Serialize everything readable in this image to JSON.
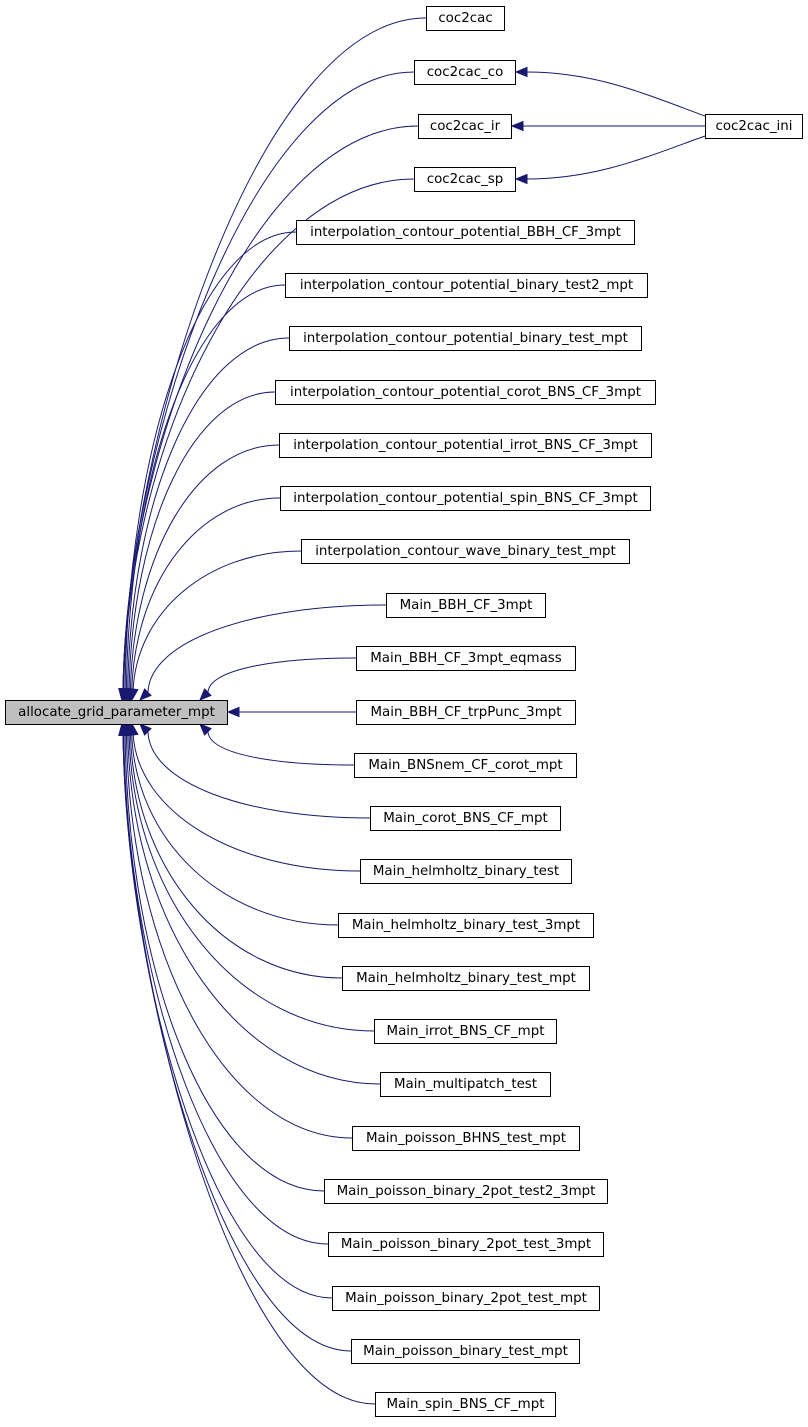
{
  "graph": {
    "edge_color": "#191970",
    "root_fill": "#bfbfbf",
    "nodes": {
      "root": "allocate_grid_parameter_mpt",
      "coc2cac": "coc2cac",
      "coc2cac_co": "coc2cac_co",
      "coc2cac_ir": "coc2cac_ir",
      "coc2cac_sp": "coc2cac_sp",
      "coc2cac_ini": "coc2cac_ini",
      "n1": "interpolation_contour_potential_BBH_CF_3mpt",
      "n2": "interpolation_contour_potential_binary_test2_mpt",
      "n3": "interpolation_contour_potential_binary_test_mpt",
      "n4": "interpolation_contour_potential_corot_BNS_CF_3mpt",
      "n5": "interpolation_contour_potential_irrot_BNS_CF_3mpt",
      "n6": "interpolation_contour_potential_spin_BNS_CF_3mpt",
      "n7": "interpolation_contour_wave_binary_test_mpt",
      "n8": "Main_BBH_CF_3mpt",
      "n9": "Main_BBH_CF_3mpt_eqmass",
      "n10": "Main_BBH_CF_trpPunc_3mpt",
      "n11": "Main_BNSnem_CF_corot_mpt",
      "n12": "Main_corot_BNS_CF_mpt",
      "n13": "Main_helmholtz_binary_test",
      "n14": "Main_helmholtz_binary_test_3mpt",
      "n15": "Main_helmholtz_binary_test_mpt",
      "n16": "Main_irrot_BNS_CF_mpt",
      "n17": "Main_multipatch_test",
      "n18": "Main_poisson_BHNS_test_mpt",
      "n19": "Main_poisson_binary_2pot_test2_3mpt",
      "n20": "Main_poisson_binary_2pot_test_3mpt",
      "n21": "Main_poisson_binary_2pot_test_mpt",
      "n22": "Main_poisson_binary_test_mpt",
      "n23": "Main_spin_BNS_CF_mpt"
    },
    "edges": [
      [
        "coc2cac",
        "root"
      ],
      [
        "coc2cac_co",
        "root"
      ],
      [
        "coc2cac_ir",
        "root"
      ],
      [
        "coc2cac_sp",
        "root"
      ],
      [
        "coc2cac_ini",
        "coc2cac_co"
      ],
      [
        "coc2cac_ini",
        "coc2cac_ir"
      ],
      [
        "coc2cac_ini",
        "coc2cac_sp"
      ],
      [
        "n1",
        "root"
      ],
      [
        "n2",
        "root"
      ],
      [
        "n3",
        "root"
      ],
      [
        "n4",
        "root"
      ],
      [
        "n5",
        "root"
      ],
      [
        "n6",
        "root"
      ],
      [
        "n7",
        "root"
      ],
      [
        "n8",
        "root"
      ],
      [
        "n9",
        "root"
      ],
      [
        "n10",
        "root"
      ],
      [
        "n11",
        "root"
      ],
      [
        "n12",
        "root"
      ],
      [
        "n13",
        "root"
      ],
      [
        "n14",
        "root"
      ],
      [
        "n15",
        "root"
      ],
      [
        "n16",
        "root"
      ],
      [
        "n17",
        "root"
      ],
      [
        "n18",
        "root"
      ],
      [
        "n19",
        "root"
      ],
      [
        "n20",
        "root"
      ],
      [
        "n21",
        "root"
      ],
      [
        "n22",
        "root"
      ],
      [
        "n23",
        "root"
      ]
    ]
  }
}
